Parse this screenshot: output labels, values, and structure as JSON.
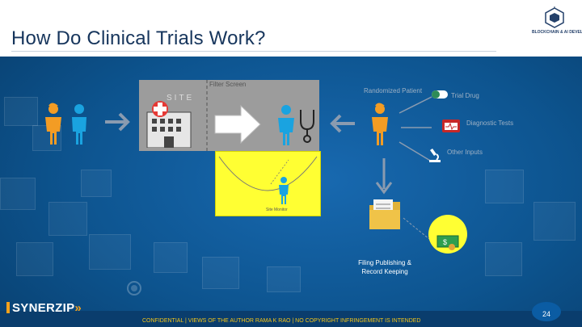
{
  "slide": {
    "title": "How Do Clinical Trials Work?",
    "logo_text": "BLOCKCHAIN & AI DEVELOPMENT",
    "site_label": "SITE",
    "filter_screen": "Filter Screen",
    "yellow_label": "Site Monitor",
    "randomized_patient": "Randomized Patient",
    "trial_drug": "Trial Drug",
    "diagnostic_tests": "Diagnostic Tests",
    "other_inputs": "Other Inputs",
    "filing": "Filing Publishing & Record Keeping",
    "money_label": "$",
    "brand": "SYNERZIP",
    "confidential": "CONFIDENTIAL | VIEWS OF THE AUTHOR RAMA K RAO | NO COPYRIGHT INFRINGEMENT IS INTENDED",
    "page_number": "24"
  },
  "colors": {
    "background": "#0d548f",
    "person_orange": "#f39c24",
    "person_blue": "#1aa3e0",
    "highlight_yellow": "#ffff33",
    "accent_gold": "#f5c518"
  },
  "icons": [
    "patient-orange-icon",
    "patient-blue-icon",
    "hospital-icon",
    "arrow-right-icon",
    "stethoscope-icon",
    "pill-icon",
    "diagnostic-icon",
    "microscope-icon",
    "folder-icon",
    "money-icon"
  ]
}
